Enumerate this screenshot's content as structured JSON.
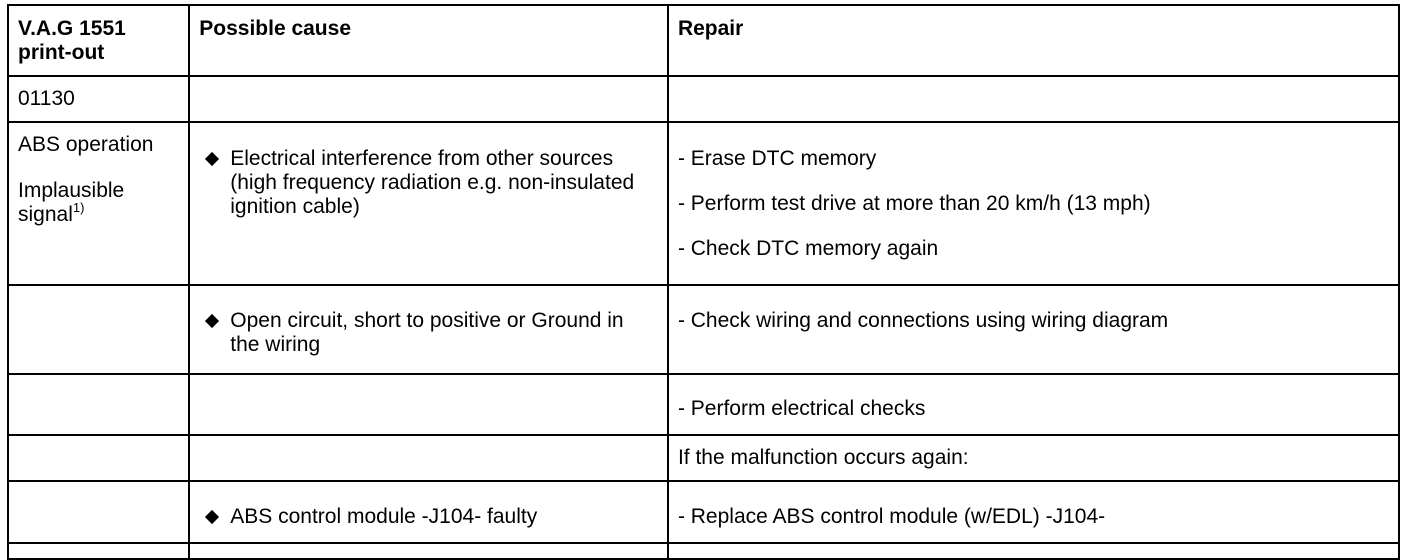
{
  "header": {
    "col1": "V.A.G 1551 print-out",
    "col2": "Possible cause",
    "col3": "Repair"
  },
  "rows": [
    {
      "code": "01130"
    },
    {
      "print_line1": "ABS operation",
      "print_line2": "Implausible signal",
      "print_footnote": "1)",
      "cause": "Electrical interference from other sources (high frequency radiation e.g. non-insulated ignition cable)",
      "repairs": [
        "- Erase DTC memory",
        "- Perform test drive at more than 20 km/h (13 mph)",
        "- Check DTC memory again"
      ]
    },
    {
      "cause": "Open circuit, short to positive or Ground in the wiring",
      "repair": "- Check wiring and connections using wiring diagram"
    },
    {
      "repair": "- Perform electrical checks"
    },
    {
      "repair": "If the malfunction occurs again:"
    },
    {
      "cause": "ABS control module -J104- faulty",
      "repair": "- Replace ABS control module (w/EDL) -J104-"
    }
  ],
  "icons": {
    "bullet": "diamond-bullet-icon"
  }
}
